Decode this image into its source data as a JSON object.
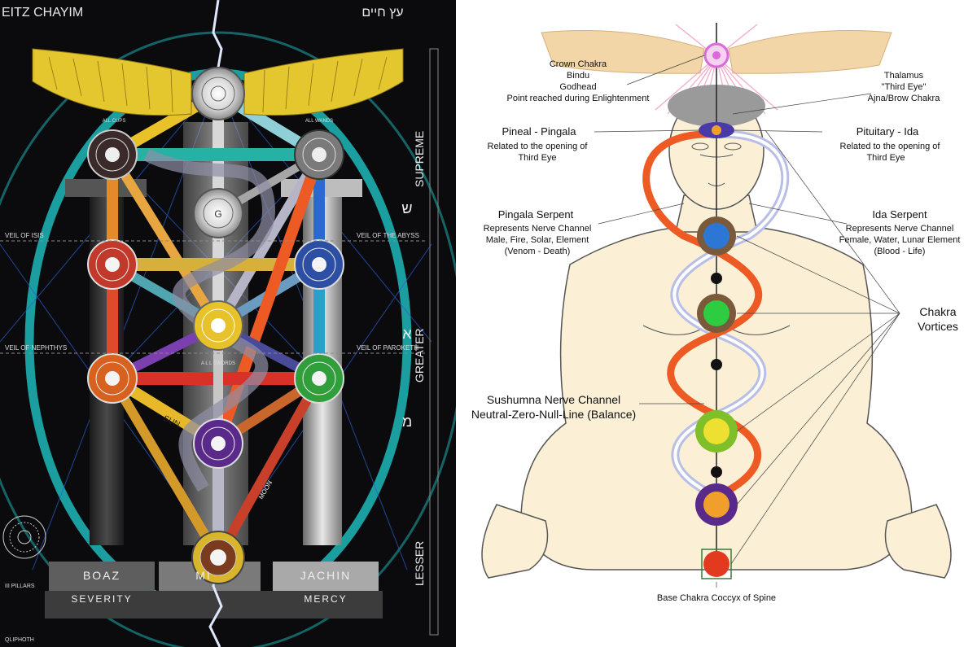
{
  "left": {
    "title": "EITZ CHAYIM",
    "hebrew_title": "עץ חיים",
    "veils": {
      "isis": "VEIL OF ISIS",
      "abyss": "VEIL OF THE ABYSS",
      "nephthys": "VEIL OF NEPHTHYS",
      "paroketh": "VEIL OF PAROKETH"
    },
    "side_words": {
      "supreme": "SUPREME",
      "greater": "GREATER",
      "lesser": "LESSER"
    },
    "hebrew_letters": [
      "ש",
      "א",
      "מ"
    ],
    "pillars": {
      "boaz": "BOAZ",
      "mid": "MI",
      "jachin": "JACHIN",
      "severity": "SEVERITY",
      "mercy": "MERCY"
    },
    "cup_labels": {
      "cups": "ALL CUPS",
      "wands": "ALL WANDS",
      "swords": "A L L   SWORDS"
    },
    "path_labels": {
      "sun": "SUN",
      "moon": "MOON"
    },
    "bottom_labels": {
      "pillars": "III PILLARS",
      "qliphoth": "QLIPHOTH"
    },
    "center_letter": "G",
    "colors": {
      "background": "#0b0b0d",
      "teal": "#1a9ea0",
      "wings": "#e4c62e",
      "orange": "#ee5a24"
    }
  },
  "right": {
    "labels": {
      "crown": [
        "Crown Chakra",
        "Bindu",
        "Godhead",
        "Point reached during Enlightenment"
      ],
      "thalamus": [
        "Thalamus",
        "\"Third Eye\"",
        "Ajna/Brow Chakra"
      ],
      "pineal": [
        "Pineal - Pingala",
        "Related to the opening of",
        "Third Eye"
      ],
      "pituitary": [
        "Pituitary - Ida",
        "Related to the opening of",
        "Third Eye"
      ],
      "pingala_serpent": [
        "Pingala Serpent",
        "Represents Nerve Channel",
        "Male, Fire, Solar, Element",
        "(Venom - Death)"
      ],
      "ida_serpent": [
        "Ida Serpent",
        "Represents Nerve Channel",
        "Female, Water, Lunar Element",
        "(Blood - Life)"
      ],
      "vortices": [
        "Chakra",
        "Vortices"
      ],
      "sushumna": [
        "Sushumna Nerve Channel",
        "Neutral-Zero-Null-Line (Balance)"
      ],
      "base": "Base Chakra Coccyx of Spine"
    },
    "chakra_colors": [
      "#d96ad9",
      "#4a3aa8",
      "#2c77d6",
      "#2ecc40",
      "#ede030",
      "#f0a02a",
      "#e23a1f"
    ],
    "colors": {
      "skin": "#fbf0d6",
      "pingala": "#ee5a24",
      "ida": "#b9bee6",
      "wings": "#f3d6a8"
    }
  }
}
